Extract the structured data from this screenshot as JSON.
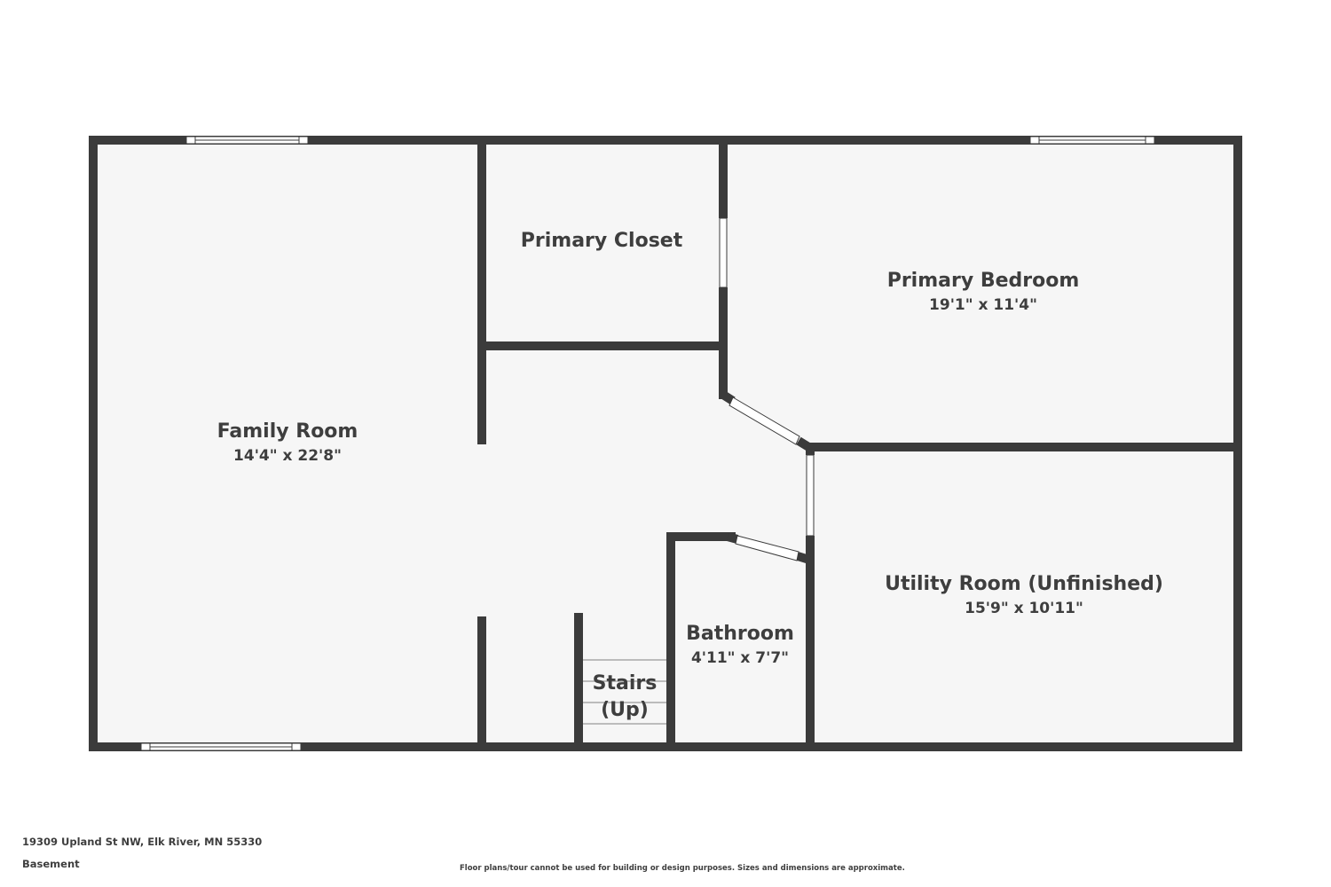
{
  "rooms": {
    "family_room": {
      "name": "Family Room",
      "dims": "14'4\" x 22'8\""
    },
    "primary_closet": {
      "name": "Primary Closet"
    },
    "primary_bedroom": {
      "name": "Primary Bedroom",
      "dims": "19'1\" x 11'4\""
    },
    "utility_room": {
      "name": "Utility Room (Unfinished)",
      "dims": "15'9\" x 10'11\""
    },
    "bathroom": {
      "name": "Bathroom",
      "dims": "4'11\" x 7'7\""
    },
    "stairs": {
      "line1": "Stairs",
      "line2": "(Up)"
    }
  },
  "footer": {
    "address": "19309 Upland St NW, Elk River, MN 55330",
    "level": "Basement",
    "disclaimer": "Floor plans/tour cannot be used for building or design purposes. Sizes and dimensions are approximate."
  },
  "colors": {
    "wall": "#3b3b3b",
    "floor": "#f6f6f6",
    "window": "#ffffff",
    "text": "#3e3e3e"
  }
}
